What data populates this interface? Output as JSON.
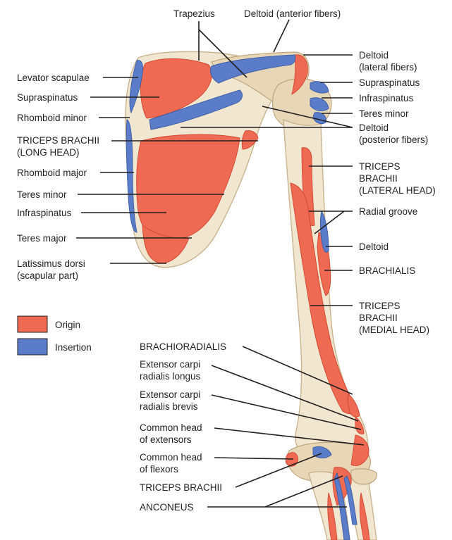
{
  "labels": {
    "trapezius": "Trapezius",
    "deltoid_anterior": "Deltoid (anterior fibers)",
    "levator_scapulae": "Levator scapulae",
    "supraspinatus_left": "Supraspinatus",
    "rhomboid_minor": "Rhomboid minor",
    "triceps_long_1": "TRICEPS BRACHII",
    "triceps_long_2": "(LONG HEAD)",
    "rhomboid_major": "Rhomboid major",
    "teres_minor_left": "Teres minor",
    "infraspinatus_left": "Infraspinatus",
    "teres_major": "Teres major",
    "latissimus_1": "Latissimus dorsi",
    "latissimus_2": "(scapular part)",
    "deltoid_lateral_1": "Deltoid",
    "deltoid_lateral_2": "(lateral fibers)",
    "supraspinatus_right": "Supraspinatus",
    "infraspinatus_right": "Infraspinatus",
    "teres_minor_right": "Teres minor",
    "deltoid_posterior_1": "Deltoid",
    "deltoid_posterior_2": "(posterior fibers)",
    "triceps_lateral_1": "TRICEPS",
    "triceps_lateral_2": "BRACHII",
    "triceps_lateral_3": "(LATERAL HEAD)",
    "radial_groove": "Radial groove",
    "deltoid_right": "Deltoid",
    "brachialis": "BRACHIALIS",
    "triceps_medial_1": "TRICEPS",
    "triceps_medial_2": "BRACHII",
    "triceps_medial_3": "(MEDIAL HEAD)",
    "brachioradialis": "BRACHIORADIALIS",
    "ecrl_1": "Extensor carpi",
    "ecrl_2": "radialis longus",
    "ecrb_1": "Extensor carpi",
    "ecrb_2": "radialis brevis",
    "common_ext_1": "Common head",
    "common_ext_2": "of extensors",
    "common_flex_1": "Common head",
    "common_flex_2": "of flexors",
    "triceps_bottom": "TRICEPS BRACHII",
    "anconeus": "ANCONEUS"
  },
  "legend": {
    "origin_label": "Origin",
    "origin_color": "#ee6a52",
    "insertion_label": "Insertion",
    "insertion_color": "#5b7dc9"
  },
  "colors": {
    "origin": "#ee6a52",
    "insertion": "#5b7dc9",
    "bone": "#f1e6cf"
  }
}
